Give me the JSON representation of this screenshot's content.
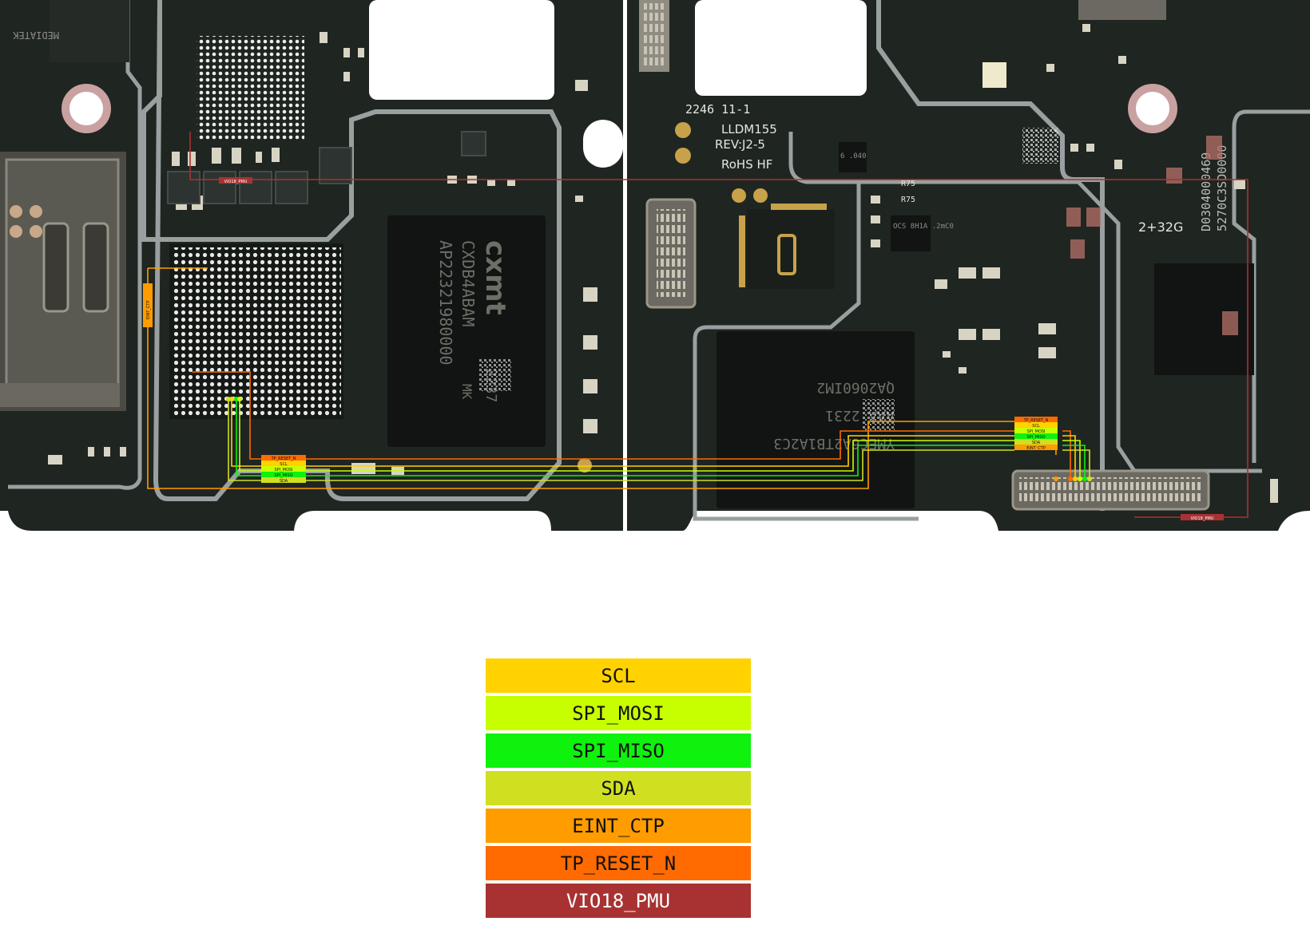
{
  "board": {
    "silkscreen": {
      "date_code": "2246 11-1",
      "model": "LLDM155",
      "revision": "REV:J2-5",
      "rohs": "RoHS HF",
      "memory": "2+32G",
      "serial_1": "D0304000469",
      "serial_2": "5270C3SD0000"
    },
    "chips": {
      "cpu_top": "MEDIATEK",
      "modem_brand": "cxmt",
      "modem_part": "CXDB4ABAM",
      "modem_suffix": "MK",
      "modem_lot": "AP22321980000",
      "modem_year": "2237",
      "emmc_part": "YMEC6A2TB1A2C3",
      "emmc_line2": "AAA 2231",
      "emmc_line3": "QA2060IM2",
      "small_ic": "OCS 8H1A .2mC0",
      "pmic_mark": "6 .040",
      "resistor_1": "R75",
      "resistor_2": "R75"
    },
    "tags": {
      "left_cluster": [
        "TP_RESET_N",
        "SCL",
        "SPI_MOSI",
        "SPI_MISO",
        "SDA"
      ],
      "right_cluster": [
        "TP_RESET_N",
        "SCL",
        "SPI_MOSI",
        "SPI_MISO",
        "SDA",
        "EINT_CTP"
      ],
      "vio_left": "VIO18_PMU",
      "vio_right": "VIO18_PMU",
      "eint_vertical": "EINT_CTP"
    }
  },
  "legend": [
    {
      "label": "SCL",
      "color": "#ffd200"
    },
    {
      "label": "SPI_MOSI",
      "color": "#c8ff00"
    },
    {
      "label": "SPI_MISO",
      "color": "#0ef20e"
    },
    {
      "label": "SDA",
      "color": "#d0e021"
    },
    {
      "label": "EINT_CTP",
      "color": "#ff9c00"
    },
    {
      "label": "TP_RESET_N",
      "color": "#ff6b00"
    },
    {
      "label": "VIO18_PMU",
      "color": "#a83232"
    }
  ],
  "colors": {
    "pcb": "#1f2521",
    "pcb_dark": "#151a17",
    "shield": "#9aa0a0",
    "silk": "#e6e6de",
    "gold": "#c8a24a"
  }
}
